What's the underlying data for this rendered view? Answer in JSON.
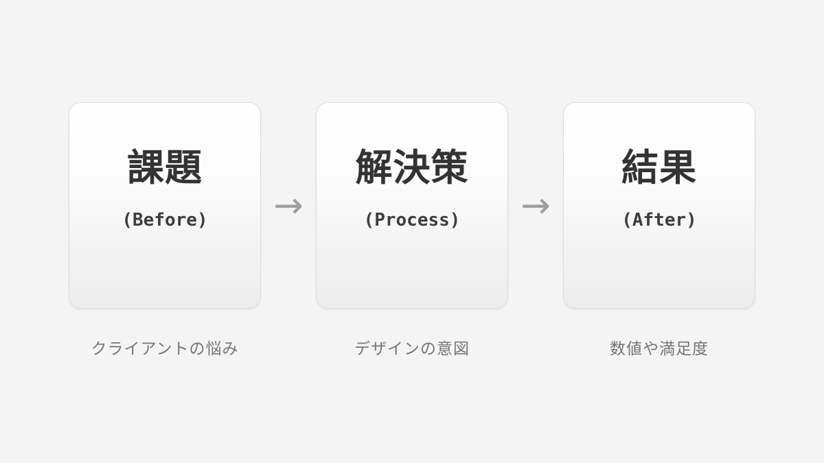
{
  "cards": [
    {
      "id": "before",
      "title": "課題",
      "subtitle": "(Before)",
      "caption": "クライアントの悩み"
    },
    {
      "id": "process",
      "title": "解決策",
      "subtitle": "(Process)",
      "caption": "デザインの意図"
    },
    {
      "id": "after",
      "title": "結果",
      "subtitle": "(After)",
      "caption": "数値や満足度"
    }
  ],
  "arrows": [
    {
      "glyph": "→"
    },
    {
      "glyph": "→"
    }
  ],
  "colors": {
    "page_background": "#f4f4f4",
    "card_gradient_top": "#ffffff",
    "card_gradient_bottom": "#ececec",
    "card_border": "#dcdcdc",
    "title_text": "#333333",
    "subtitle_text": "#3d3d3d",
    "caption_text": "#757575",
    "arrow": "#9e9e9e"
  }
}
